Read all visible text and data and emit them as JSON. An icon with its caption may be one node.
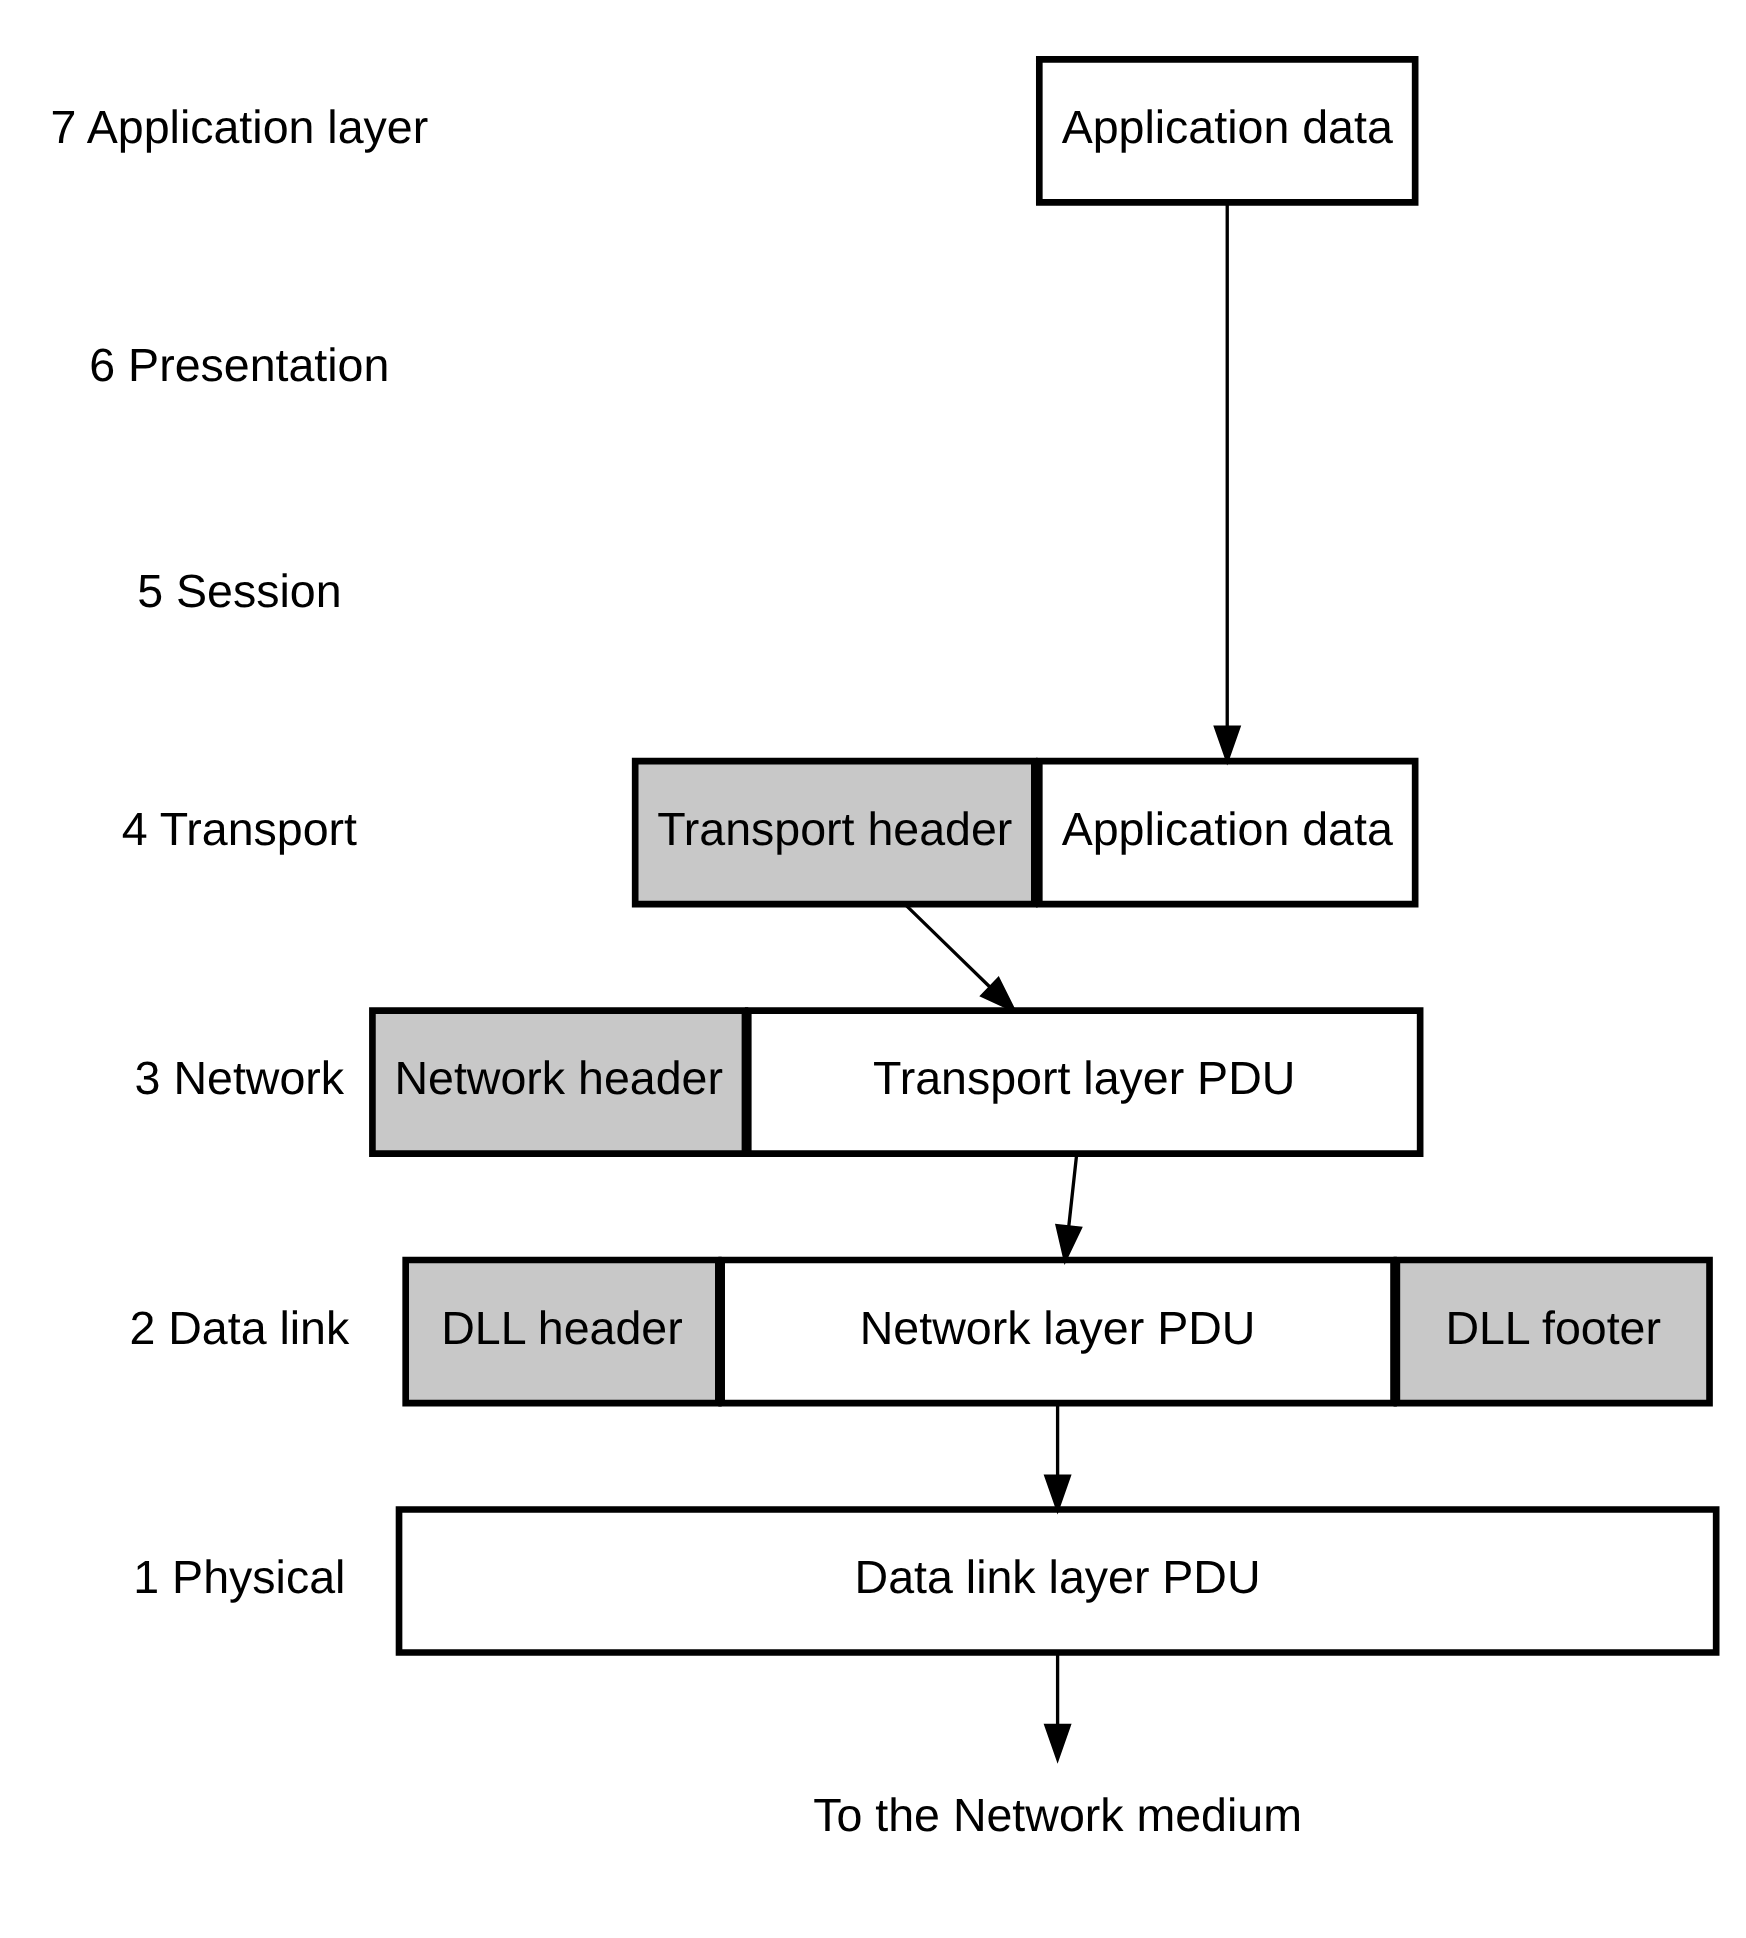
{
  "diagram": {
    "nodes": [
      {
        "text": [
          "Application data"
        ]
      },
      {
        "text": [
          "Transport header"
        ]
      },
      {
        "text": [
          "Application data"
        ]
      },
      {
        "text": [
          "Network header"
        ]
      },
      {
        "text": [
          "Transport layer PDU"
        ]
      },
      {
        "text": [
          "DLL header"
        ]
      },
      {
        "text": [
          "Network layer PDU"
        ]
      },
      {
        "text": [
          "DLL footer"
        ]
      },
      {
        "text": [
          "Data link layer PDU"
        ]
      },
      {
        "text": [
          "To the Network medium"
        ]
      }
    ],
    "edges": [
      {
        "from": 0,
        "to": 2,
        "arrow": "to"
      },
      {
        "from": 1,
        "to": 4,
        "arrow": "to"
      },
      {
        "from": 4,
        "to": 6,
        "arrow": "to"
      },
      {
        "from": 6,
        "to": 8,
        "arrow": "to"
      },
      {
        "from": 8,
        "to": 9,
        "arrow": "to"
      }
    ],
    "labels": [
      "7 Application layer",
      "6 Presentation",
      "5 Session",
      "4 Transport",
      "3 Network",
      "2 Data link",
      "1 Physical"
    ]
  }
}
